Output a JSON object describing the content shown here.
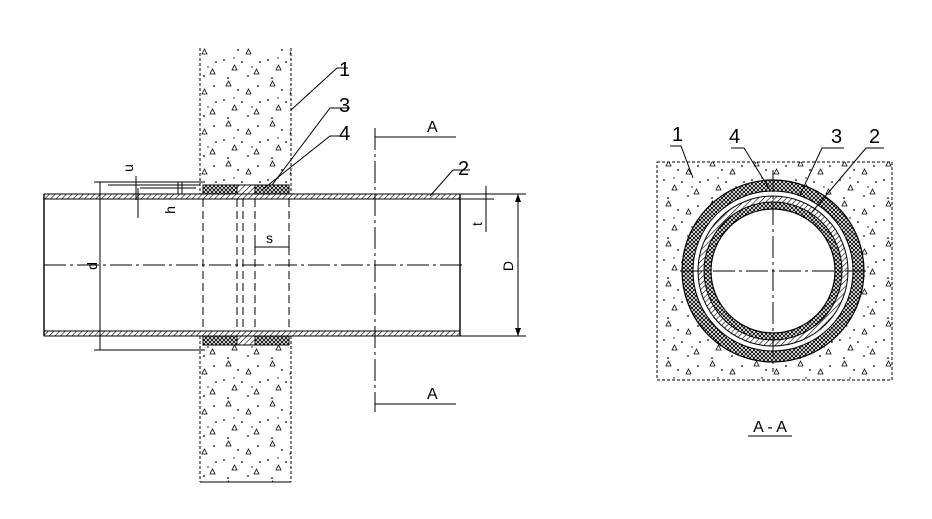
{
  "labels": {
    "callout_1": "1",
    "callout_2": "2",
    "callout_3": "3",
    "callout_4": "4"
  },
  "dimensions": {
    "u": "u",
    "h": "h",
    "d": "d",
    "s": "s",
    "t": "t",
    "D": "D"
  },
  "section": {
    "cut_label_top": "A",
    "cut_label_bottom": "A",
    "title": "A - A"
  },
  "section_labels": {
    "callout_1": "1",
    "callout_4": "4",
    "callout_3": "3",
    "callout_2": "2"
  }
}
